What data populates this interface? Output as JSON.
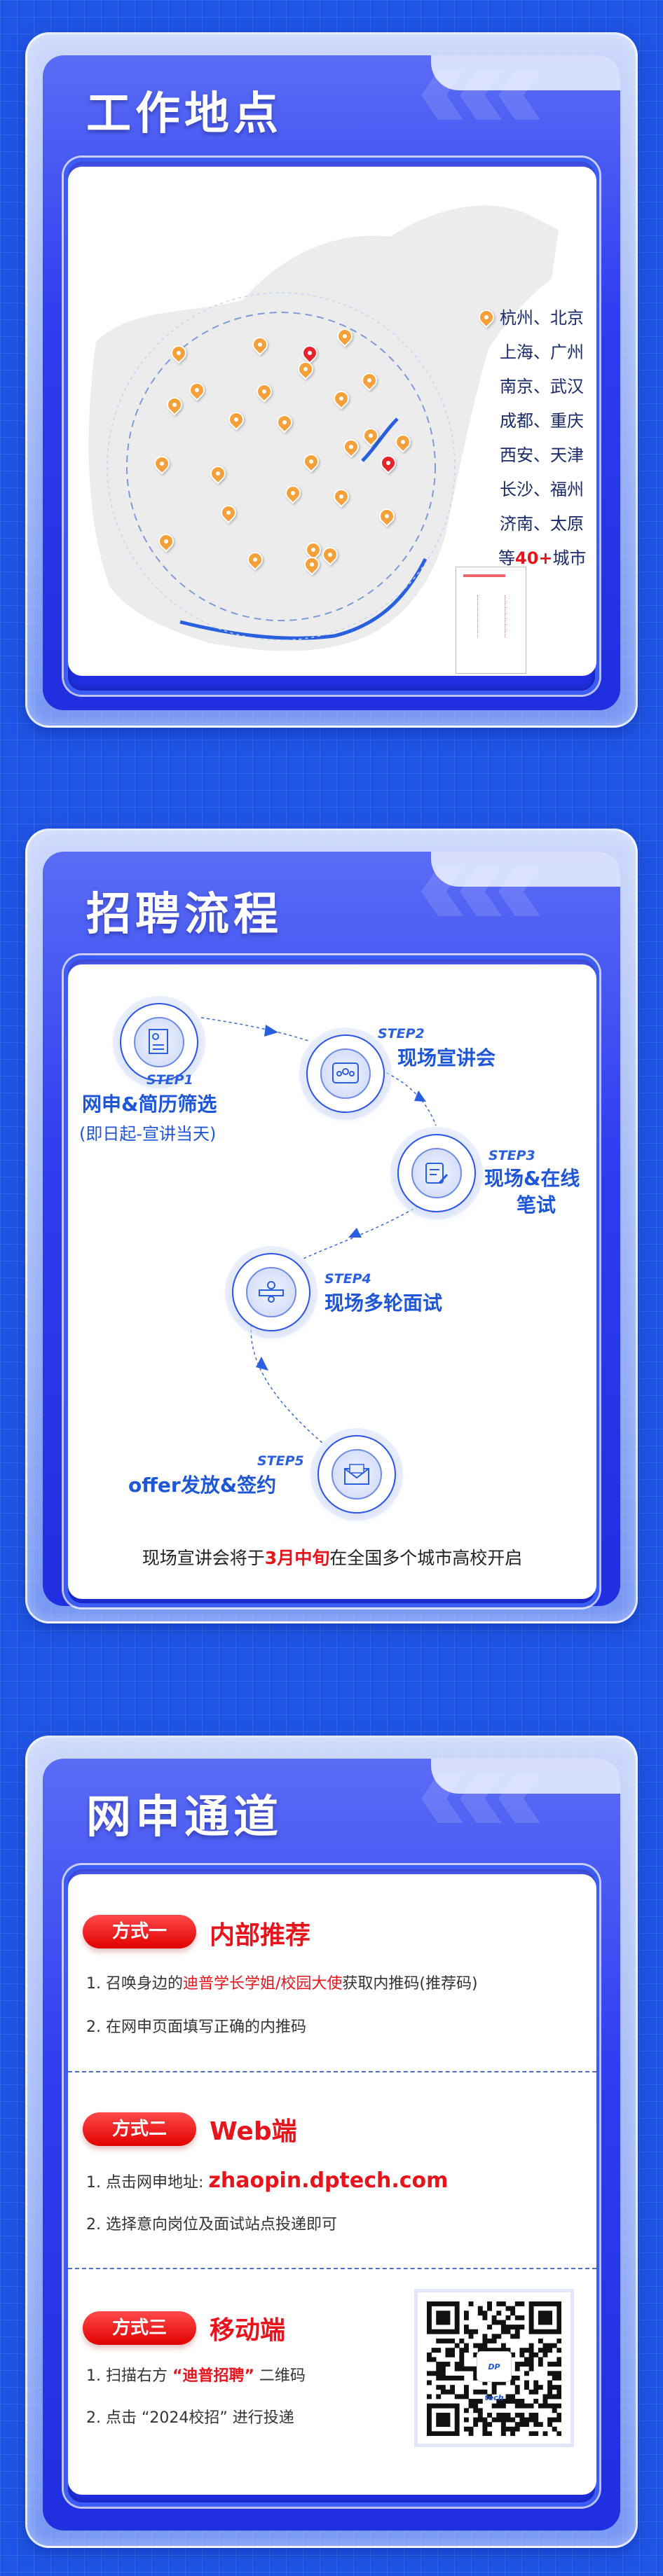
{
  "sections": {
    "location": {
      "title": "工作地点",
      "cities": [
        "杭州、北京",
        "上海、广州",
        "南京、武汉",
        "成都、重庆",
        "西安、天津",
        "长沙、福州",
        "济南、太原"
      ],
      "more_prefix": "等",
      "more_count": "40+",
      "more_suffix": "城市",
      "pin_color": "#f6a03a",
      "highlight_pin_color": "#e8232a"
    },
    "process": {
      "title": "招聘流程",
      "steps": [
        {
          "label": "STEP1",
          "title": "网申&简历筛选",
          "sub": "(即日起-宣讲当天)",
          "icon": "resume-icon"
        },
        {
          "label": "STEP2",
          "title": "现场宣讲会",
          "icon": "audience-icon"
        },
        {
          "label": "STEP3",
          "title": "现场&在线",
          "title2": "笔试",
          "icon": "exam-icon"
        },
        {
          "label": "STEP4",
          "title": "现场多轮面试",
          "icon": "interview-icon"
        },
        {
          "label": "STEP5",
          "title": "offer发放&签约",
          "icon": "envelope-icon"
        }
      ],
      "note_pre": "现场宣讲会将于",
      "note_hl": "3月中旬",
      "note_post": "在全国多个城市高校开启"
    },
    "apply": {
      "title": "网申通道",
      "methods": [
        {
          "badge": "方式一",
          "heading": "内部推荐",
          "line1_pre": "1. 召唤身边的",
          "line1_hl": "迪普学长学姐/校园大使",
          "line1_post": "获取内推码(推荐码)",
          "line2": "2. 在网申页面填写正确的内推码"
        },
        {
          "badge": "方式二",
          "heading": "Web端",
          "line1_pre": "1. 点击网申地址: ",
          "line1_hl": "zhaopin.dptech.com",
          "line2": "2. 选择意向岗位及面试站点投递即可"
        },
        {
          "badge": "方式三",
          "heading": "移动端",
          "line1_pre": "1. 扫描右方 ",
          "line1_hl": "“迪普招聘”",
          "line1_post": " 二维码",
          "line2": "2. 点击 “2024校招” 进行投递"
        }
      ],
      "qr_logo": "DP tech"
    }
  },
  "colors": {
    "background": "#1f55e6",
    "accent_blue": "#1e56d8",
    "accent_red": "#e8141c"
  }
}
